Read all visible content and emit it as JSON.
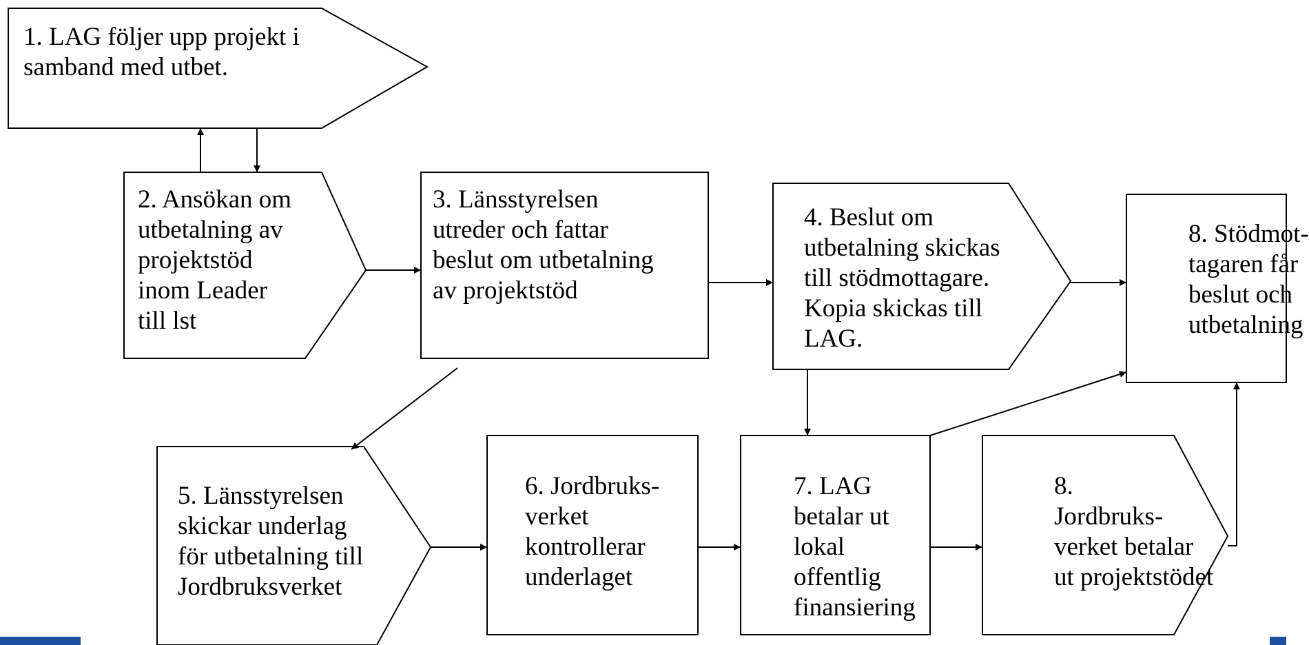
{
  "colors": {
    "stroke": "#000000",
    "fill": "#ffffff",
    "text": "#000000",
    "corner_accent": "#1f4fa0"
  },
  "nodes": [
    {
      "id": "n1",
      "shape": "pentagon",
      "lines": [
        "1. LAG följer upp projekt i",
        "samband med utbet."
      ]
    },
    {
      "id": "n2",
      "shape": "pentagon",
      "lines": [
        "2. Ansökan om",
        "utbetalning av",
        "projektstöd",
        "inom Leader",
        "till lst"
      ]
    },
    {
      "id": "n3",
      "shape": "rectangle",
      "lines": [
        "3. Länsstyrelsen",
        "utreder och fattar",
        "beslut om utbetalning",
        "av projektstöd"
      ]
    },
    {
      "id": "n4",
      "shape": "pentagon",
      "lines": [
        "4. Beslut om",
        "utbetalning skickas",
        "till stödmottagare.",
        "Kopia skickas till",
        "LAG."
      ]
    },
    {
      "id": "n5",
      "shape": "pentagon",
      "lines": [
        "5. Länsstyrelsen",
        "skickar underlag",
        "för utbetalning till",
        "Jordbruksverket"
      ]
    },
    {
      "id": "n6",
      "shape": "rectangle",
      "lines": [
        "6. Jordbruks-",
        "verket",
        "kontrollerar",
        "underlaget"
      ]
    },
    {
      "id": "n7",
      "shape": "rectangle",
      "lines": [
        "7. LAG",
        "betalar ut",
        "lokal",
        "offentlig",
        "finansiering"
      ]
    },
    {
      "id": "n8a",
      "shape": "pentagon",
      "lines": [
        "8.",
        "Jordbruks-",
        "verket betalar",
        "ut projektstödet"
      ]
    },
    {
      "id": "n8b",
      "shape": "rectangle",
      "lines": [
        "8. Stödmot-",
        "tagaren får",
        "beslut och",
        "utbetalning"
      ]
    }
  ],
  "edges": [
    {
      "from": "n2",
      "to": "n1"
    },
    {
      "from": "n1",
      "to": "n2"
    },
    {
      "from": "n2",
      "to": "n3"
    },
    {
      "from": "n3",
      "to": "n4"
    },
    {
      "from": "n4",
      "to": "n8b"
    },
    {
      "from": "n3",
      "to": "n5"
    },
    {
      "from": "n4",
      "to": "n7"
    },
    {
      "from": "n5",
      "to": "n6"
    },
    {
      "from": "n6",
      "to": "n7"
    },
    {
      "from": "n7",
      "to": "n8a"
    },
    {
      "from": "n7",
      "to": "n8b"
    },
    {
      "from": "n8a",
      "to": "n8b"
    }
  ]
}
